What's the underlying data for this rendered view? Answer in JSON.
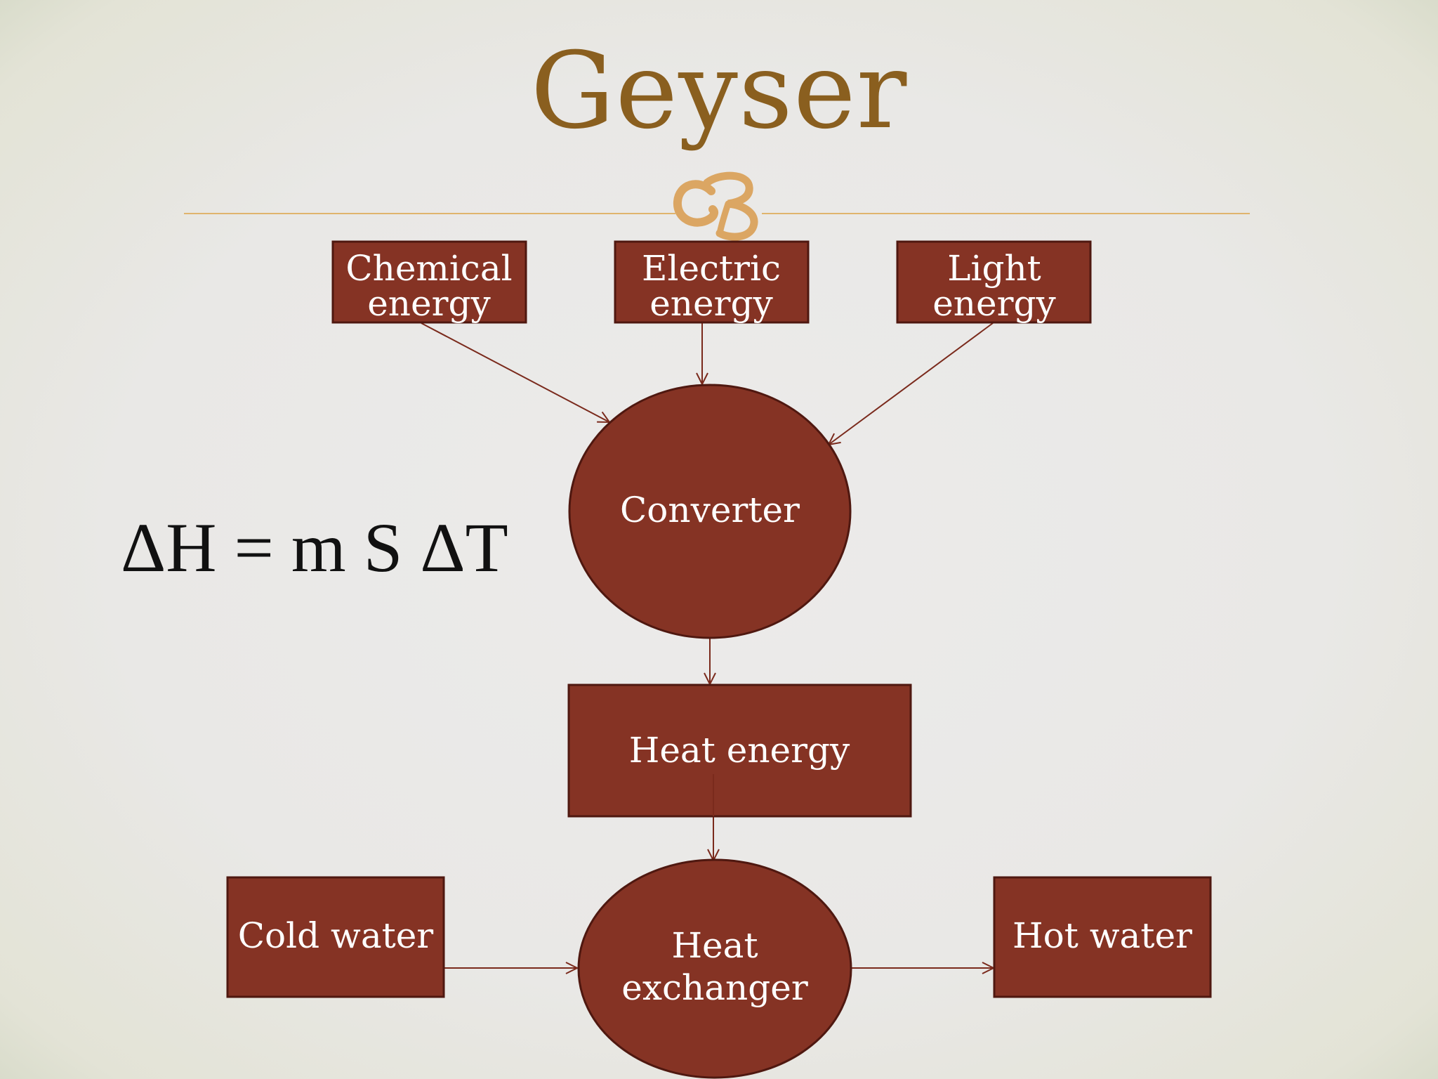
{
  "slide": {
    "title": "Geyser",
    "formula": "ΔH = m S ΔT"
  },
  "diagram": {
    "nodes": {
      "chemical": [
        "Chemical",
        "energy"
      ],
      "electric": [
        "Electric",
        "energy"
      ],
      "light": [
        "Light",
        "energy"
      ],
      "converter": [
        "Converter"
      ],
      "heat_energy": [
        "Heat energy"
      ],
      "heat_exchanger": [
        "Heat",
        "exchanger"
      ],
      "cold_water": [
        "Cold water"
      ],
      "hot_water": [
        "Hot water"
      ]
    }
  },
  "colors": {
    "title": "#8a5f1f",
    "accent_rule": "#e0b46d",
    "node_fill": "#853324",
    "node_border": "#5a1a12",
    "arrow": "#7a2a1c",
    "node_text": "#ffffff"
  },
  "icons": {
    "title_ornament": "ornament-swash-icon"
  }
}
